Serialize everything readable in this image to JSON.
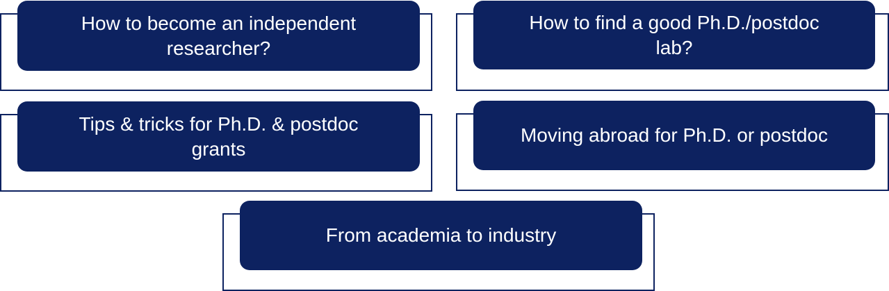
{
  "colors": {
    "fill": "#0d2260",
    "outline": "#0d2260",
    "text": "#ffffff",
    "background": "#ffffff"
  },
  "topics": [
    {
      "label": "How to become an independent\nresearcher?"
    },
    {
      "label": "How to find a good Ph.D./postdoc\nlab?"
    },
    {
      "label": "Tips & tricks for Ph.D. & postdoc\ngrants"
    },
    {
      "label": "Moving abroad for Ph.D. or postdoc"
    },
    {
      "label": "From academia to industry"
    }
  ]
}
